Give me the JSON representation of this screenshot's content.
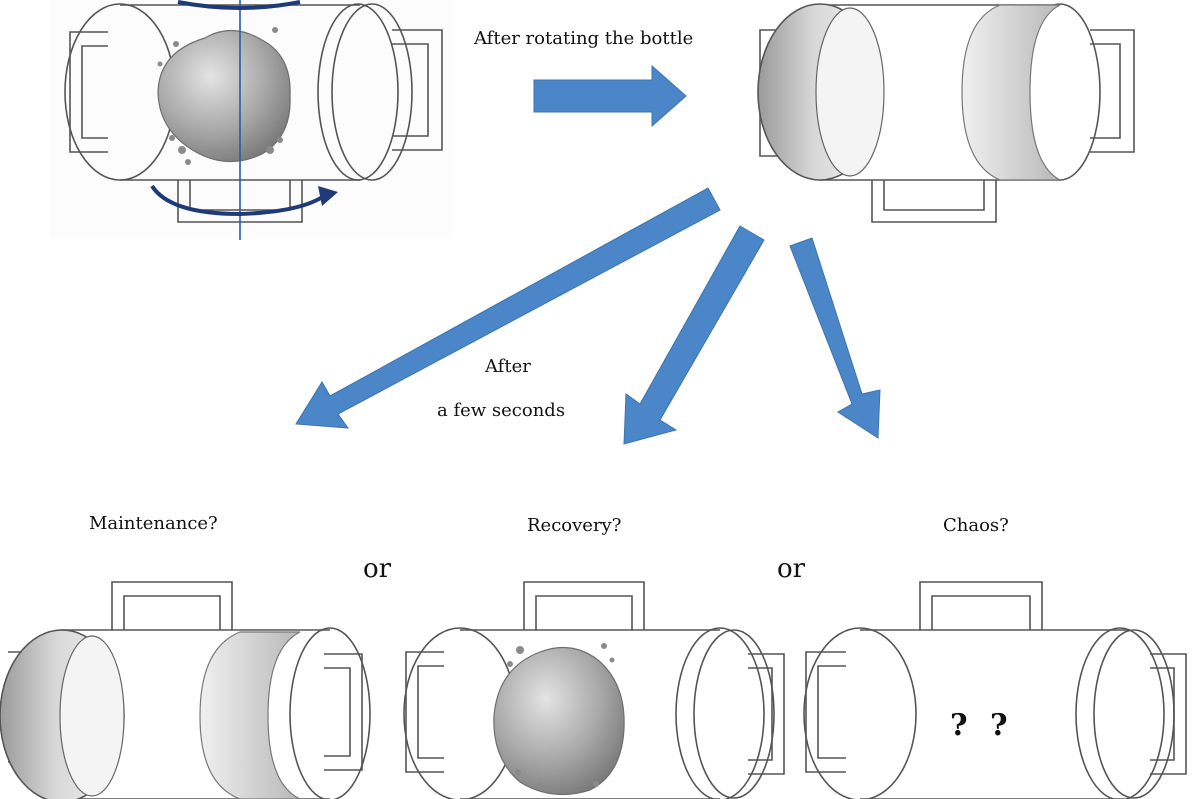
{
  "labels": {
    "top_caption": "After rotating the bottle",
    "after_line1": "After",
    "after_line2": "a few seconds",
    "maintenance": "Maintenance?",
    "recovery": "Recovery?",
    "chaos": "Chaos?",
    "or_1": "or",
    "or_2": "or",
    "question_marks": "? ?"
  },
  "colors": {
    "arrow": "#4a86c8",
    "outline": "#555555",
    "rotation": "#1e3a78",
    "axis": "#2a5aa8",
    "cap": "#bfbfbf",
    "rock": "#9c9c9c"
  },
  "states": [
    {
      "id": "before-rotation",
      "content": "rock"
    },
    {
      "id": "after-rotation",
      "content": "caps"
    },
    {
      "id": "maintenance-state",
      "content": "caps"
    },
    {
      "id": "recovery-state",
      "content": "rock"
    },
    {
      "id": "chaos-state",
      "content": "unknown"
    }
  ]
}
